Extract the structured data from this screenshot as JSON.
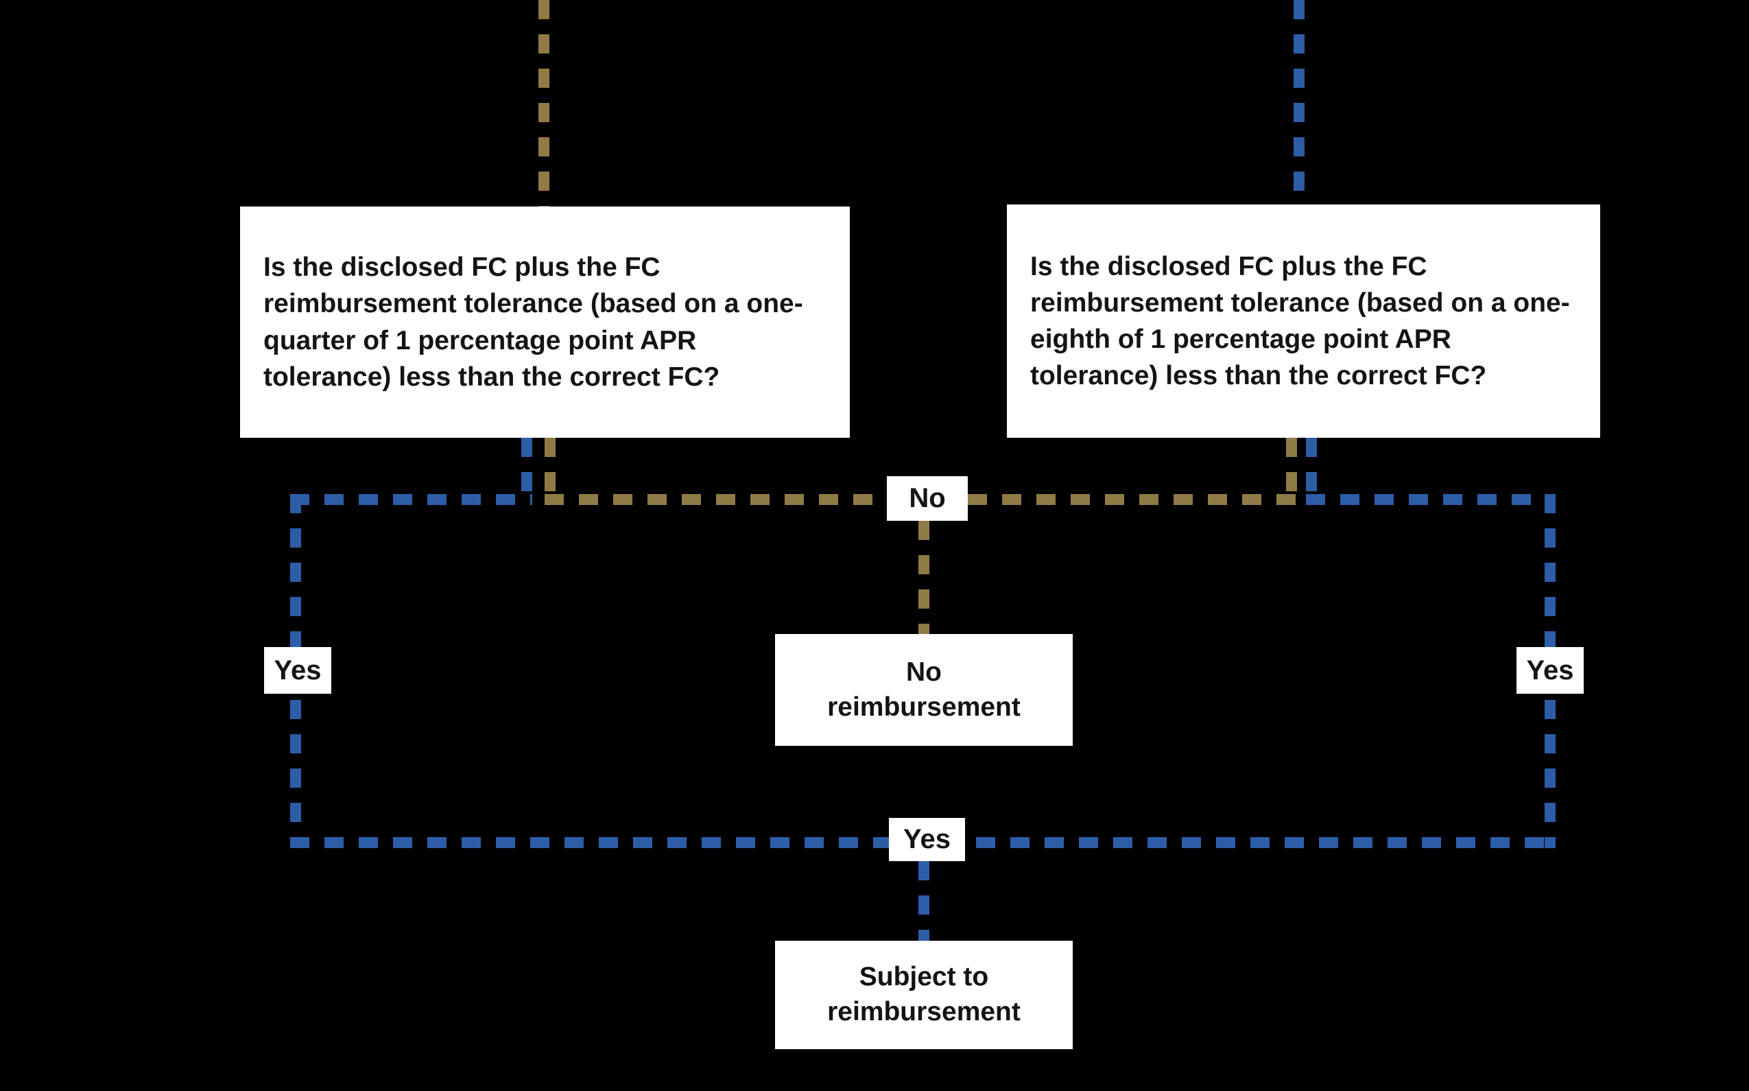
{
  "colors": {
    "background": "#000000",
    "box_fill": "#ffffff",
    "box_text": "#141414",
    "tan_line": "#8f7b46",
    "blue_line": "#2e5da8"
  },
  "flowchart": {
    "left_question": "Is the disclosed FC plus the FC reimbursement tolerance (based on a one-quarter of 1 percentage point APR tolerance) less than the correct FC?",
    "right_question": "Is the disclosed FC plus the FC reimbursement tolerance (based on a one-eighth of 1 percentage point APR tolerance) less than the correct FC?",
    "edge_labels": {
      "no": "No",
      "yes_left": "Yes",
      "yes_right": "Yes",
      "yes_bottom": "Yes"
    },
    "outcomes": {
      "no_reimbursement": "No\nreimbursement",
      "subject_to_reimbursement": "Subject to\nreimbursement"
    }
  }
}
